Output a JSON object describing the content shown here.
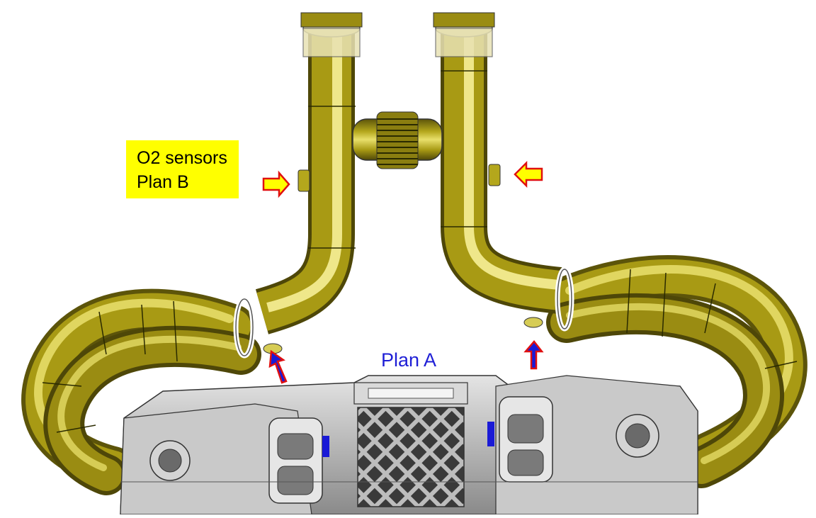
{
  "annotations": {
    "plan_b_callout": {
      "line1": "O2 sensors",
      "line2": "Plan B",
      "background": "#ffff00"
    },
    "plan_a_label": "Plan A",
    "plan_a_color": "#1f1fd6"
  },
  "colors": {
    "pipe": "#a89a14",
    "pipe_highlight": "#e8df6a",
    "pipe_shadow": "#5c540a",
    "engine": "#b9b9b9",
    "arrow_fill_b": "#ffff00",
    "arrow_outline_b": "#e01010",
    "arrow_fill_a": "#1a1ad6",
    "arrow_outline_a": "#e01010"
  },
  "icons": {
    "plan_b_arrows": "arrow-right-icon, arrow-left-icon",
    "plan_a_arrows": "arrow-up-icon"
  }
}
